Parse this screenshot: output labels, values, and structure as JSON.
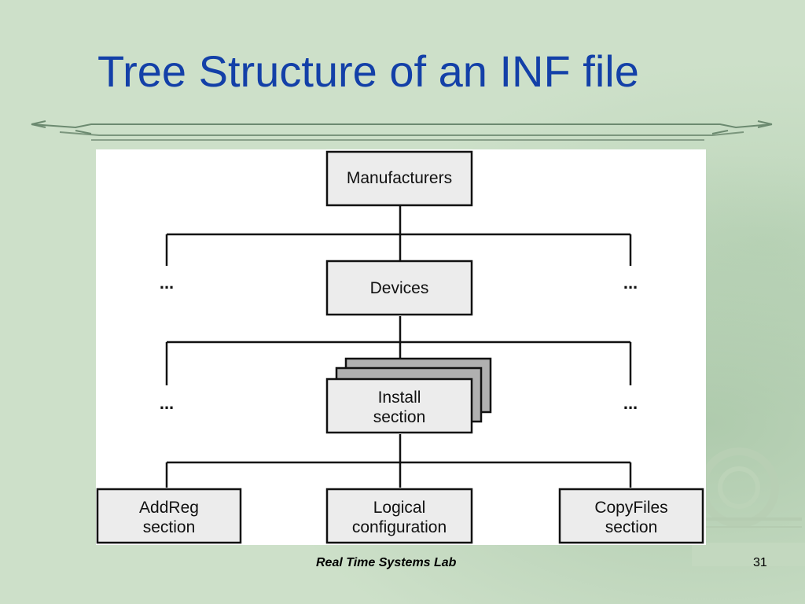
{
  "slide": {
    "title": "Tree Structure of an INF file",
    "footer": "Real Time Systems Lab",
    "page_number": "31"
  },
  "diagram": {
    "nodes": {
      "manufacturers": [
        "Manufacturers"
      ],
      "devices": [
        "Devices"
      ],
      "install_section": [
        "Install",
        "section"
      ],
      "addreg_section": [
        "AddReg",
        "section"
      ],
      "logical_configuration": [
        "Logical",
        "configuration"
      ],
      "copyfiles_section": [
        "CopyFiles",
        "section"
      ]
    },
    "ellipsis": "..."
  },
  "colors": {
    "background": "#cde0c9",
    "title": "#1340a8",
    "node_fill": "#ececec",
    "node_stack_fill": "#b0b0b0",
    "line": "#111111"
  }
}
